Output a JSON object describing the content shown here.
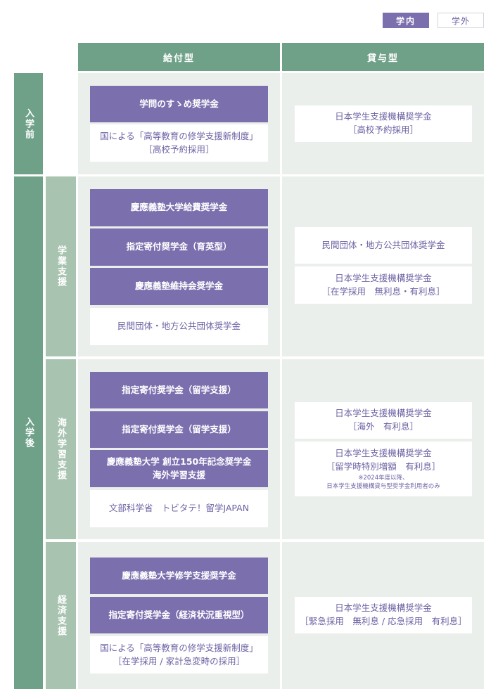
{
  "legend": {
    "internal": "学内",
    "external": "学外"
  },
  "columns": {
    "grant": "給付型",
    "loan": "貸与型"
  },
  "rows": {
    "before": "入学前",
    "after": "入学後"
  },
  "subrows": {
    "study": "学業支援",
    "abroad": "海外学習支援",
    "economic": "経済支援"
  },
  "before": {
    "grant_internal": "学問のすゝめ奨学金",
    "grant_external_l1": "国による「高等教育の修学支援新制度」",
    "grant_external_l2": "［高校予約採用］",
    "loan_l1": "日本学生支援機構奨学金",
    "loan_l2": "［高校予約採用］"
  },
  "study": {
    "grant1": "慶應義塾大学給費奨学金",
    "grant2": "指定寄付奨学金（育英型）",
    "grant3": "慶應義塾維持会奨学金",
    "grant_external": "民間団体・地方公共団体奨学金",
    "loan1": "民間団体・地方公共団体奨学金",
    "loan2_l1": "日本学生支援機構奨学金",
    "loan2_l2": "［在学採用　無利息・有利息］"
  },
  "abroad": {
    "grant1": "指定寄付奨学金（留学支援）",
    "grant2": "指定寄付奨学金（留学支援）",
    "grant3_l1": "慶應義塾大学 創立150年記念奨学金",
    "grant3_l2": "海外学習支援",
    "grant_external": "文部科学省　トビタテ！留学JAPAN",
    "loan1_l1": "日本学生支援機構奨学金",
    "loan1_l2": "［海外　有利息］",
    "loan2_l1": "日本学生支援機構奨学金",
    "loan2_l2": "［留学時特別増額　有利息］",
    "loan2_note1": "※2024年度以降、",
    "loan2_note2": "日本学生支援機構貸与型奨学金利用者のみ"
  },
  "economic": {
    "grant1": "慶應義塾大学修学支援奨学金",
    "grant2": "指定寄付奨学金（経済状況重視型）",
    "grant_external_l1": "国による「高等教育の修学支援新制度」",
    "grant_external_l2": "［在学採用 / 家計急変時の採用］",
    "loan_l1": "日本学生支援機構奨学金",
    "loan_l2": "［緊急採用　無利息 / 応急採用　有利息］"
  },
  "colors": {
    "internal": "#7b6fae",
    "header_green": "#6fa189",
    "sub_green": "#a8c4b0",
    "cell_bg": "#ebefeb"
  }
}
